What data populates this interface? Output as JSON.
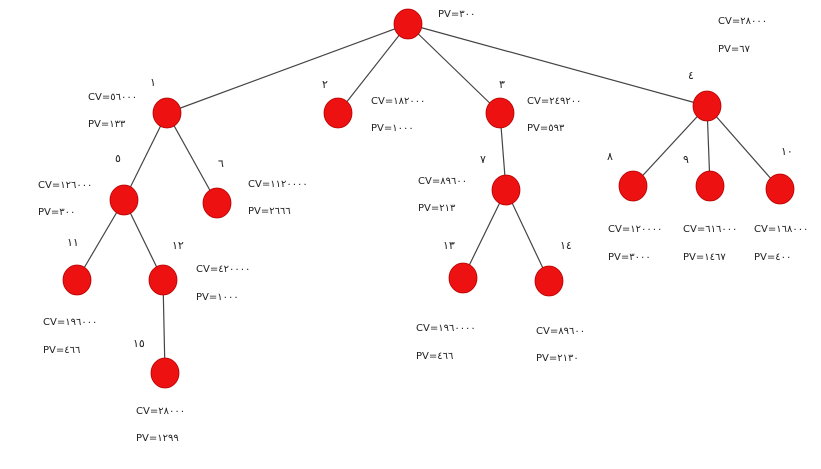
{
  "colors": {
    "node_fill": "#ee1111",
    "node_stroke": "#b30000",
    "edge": "#444444",
    "text": "#222222"
  },
  "nodes": {
    "root": {
      "pv": "PV=٣٠٠"
    },
    "n1": {
      "num": "١",
      "cv": "CV=٥٦٠٠٠",
      "pv": "PV=١٣٣"
    },
    "n2": {
      "num": "٢",
      "cv": "CV=١٨٢٠٠٠",
      "pv": "PV=١٠٠٠"
    },
    "n3": {
      "num": "٣",
      "cv": "CV=٢٤٩٢٠٠",
      "pv": "PV=٥٩٣"
    },
    "n4": {
      "num": "٤",
      "cv": "CV=٢٨٠٠٠",
      "pv": "PV=٦٧"
    },
    "n5": {
      "num": "٥",
      "cv": "CV=١٢٦٠٠٠",
      "pv": "PV=٣٠٠"
    },
    "n6": {
      "num": "٦",
      "cv": "CV=١١٢٠٠٠٠",
      "pv": "PV=٢٦٦٦"
    },
    "n7": {
      "num": "٧",
      "cv": "CV=٨٩٦٠٠",
      "pv": "PV=٢١٣"
    },
    "n8": {
      "num": "٨",
      "cv": "CV=١٢٠٠٠٠",
      "pv": "PV=٣٠٠٠"
    },
    "n9": {
      "num": "٩",
      "cv": "CV=٦١٦٠٠٠",
      "pv": "PV=١٤٦٧"
    },
    "n10": {
      "num": "١٠",
      "cv": "CV=١٦٨٠٠٠",
      "pv": "PV=٤٠٠"
    },
    "n11": {
      "num": "١١",
      "cv": "CV=١٩٦٠٠٠",
      "pv": "PV=٤٦٦"
    },
    "n12": {
      "num": "١٢",
      "cv": "CV=٤٢٠٠٠٠",
      "pv": "PV=١٠٠٠"
    },
    "n13": {
      "num": "١٣",
      "cv": "CV=١٩٦٠٠٠٠",
      "pv": "PV=٤٦٦"
    },
    "n14": {
      "num": "١٤",
      "cv": "CV=٨٩٦٠٠",
      "pv": "PV=٢١٣٠"
    },
    "n15": {
      "num": "١٥",
      "cv": "CV=٢٨٠٠٠",
      "pv": "PV=١٢٩٩"
    }
  }
}
